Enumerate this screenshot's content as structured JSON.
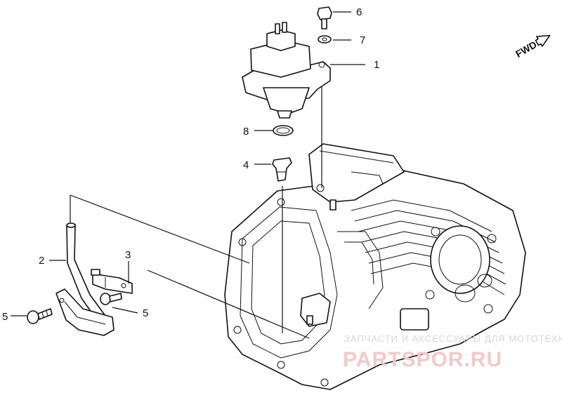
{
  "callouts": {
    "c1": "1",
    "c2": "2",
    "c3": "3",
    "c4": "4",
    "c5a": "5",
    "c5b": "5",
    "c6": "6",
    "c7": "7",
    "c8": "8"
  },
  "direction_label": "FWD",
  "watermark": {
    "line1": "ЗАПЧАСТИ И АКСЕССУАРЫ ДЛЯ МОТОТЕХНИКИ",
    "logo": "PARTSPOR.RU"
  },
  "colors": {
    "ink": "#111111",
    "background": "#ffffff",
    "watermark_text": "#d7d7d7",
    "watermark_logo": "#f3c9c9"
  }
}
